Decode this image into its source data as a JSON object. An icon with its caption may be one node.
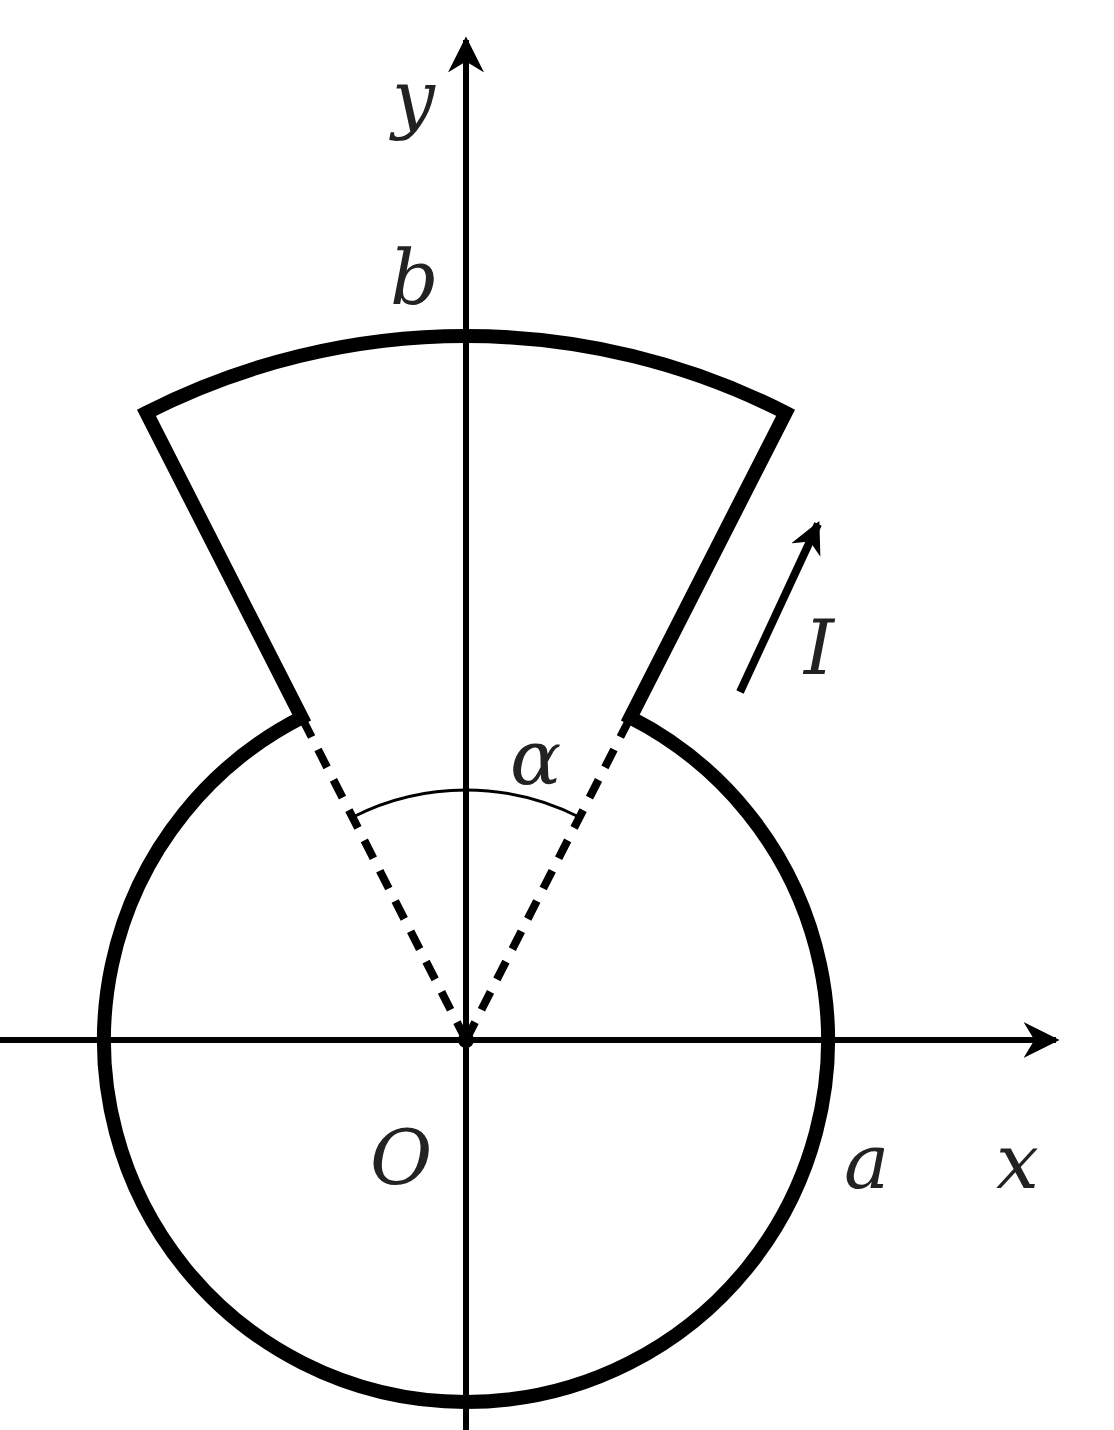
{
  "diagram": {
    "labels": [
      "y",
      "b",
      "α",
      "I",
      "O",
      "a",
      "x"
    ]
  }
}
